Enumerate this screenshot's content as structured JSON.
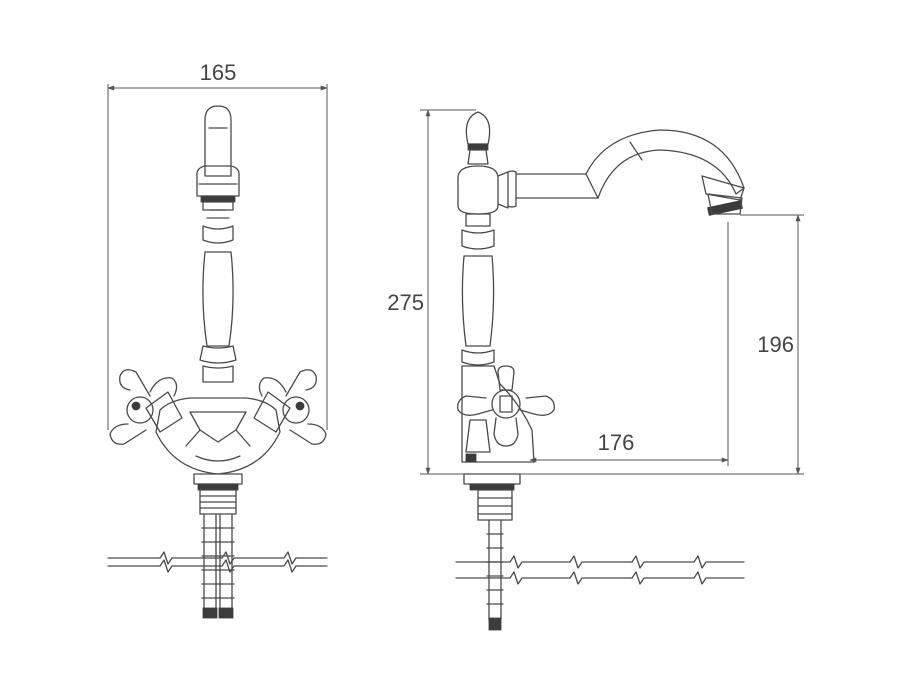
{
  "dimensions": {
    "width_mm": "165",
    "height_mm": "275",
    "spout_height_mm": "196",
    "spout_reach_mm": "176"
  }
}
